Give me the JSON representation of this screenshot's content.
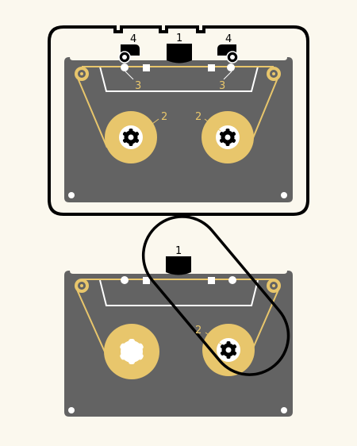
{
  "colors": {
    "background": "#fbf8ee",
    "cassette_body": "#636363",
    "tape": "#e8c66c",
    "outline": "#000000",
    "hole": "#ffffff",
    "label_dark": "#000000",
    "label_light": "#ffffff",
    "label_tape": "#e8c66c"
  },
  "top_diagram": {
    "labels": {
      "head": "1",
      "reel_left": "2",
      "reel_right": "2",
      "guide_left": "3",
      "guide_right": "3",
      "roller_left": "4",
      "roller_right": "4"
    }
  },
  "bottom_diagram": {
    "labels": {
      "head": "1",
      "reel_right": "2"
    }
  }
}
